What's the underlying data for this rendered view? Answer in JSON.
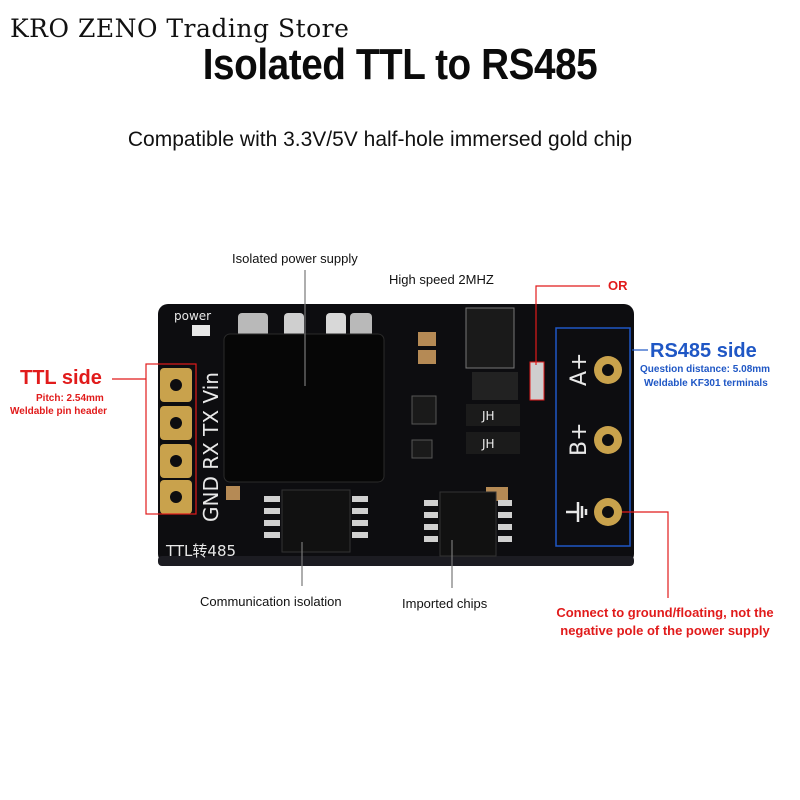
{
  "header": {
    "store": "KRO ZENO Trading Store",
    "title": "Isolated TTL to RS485",
    "subtitle": "Compatible with 3.3V/5V half-hole immersed gold chip"
  },
  "callouts": {
    "isolated_power": "Isolated power supply",
    "high_speed": "High speed 2MHZ",
    "or": "OR",
    "ttl_side": {
      "title": "TTL side",
      "pitch": "Pitch: 2.54mm",
      "weld": "Weldable pin header"
    },
    "rs485_side": {
      "title": "RS485 side",
      "distance": "Question distance: 5.08mm",
      "weld": "Weldable KF301 terminals"
    },
    "comm_isolation": "Communication isolation",
    "imported_chips": "Imported chips",
    "ground_note": "Connect to ground/floating, not the negative pole of the power supply"
  },
  "board": {
    "silk_power": "power",
    "silk_pins": "GND RX TX Vin",
    "silk_model": "TTL转485",
    "silk_a": "A+",
    "silk_b": "B+",
    "chip_mark": "JH"
  },
  "colors": {
    "accent_red": "#e11b1b",
    "accent_blue": "#1f57c5",
    "pcb": "#0d0d10"
  }
}
